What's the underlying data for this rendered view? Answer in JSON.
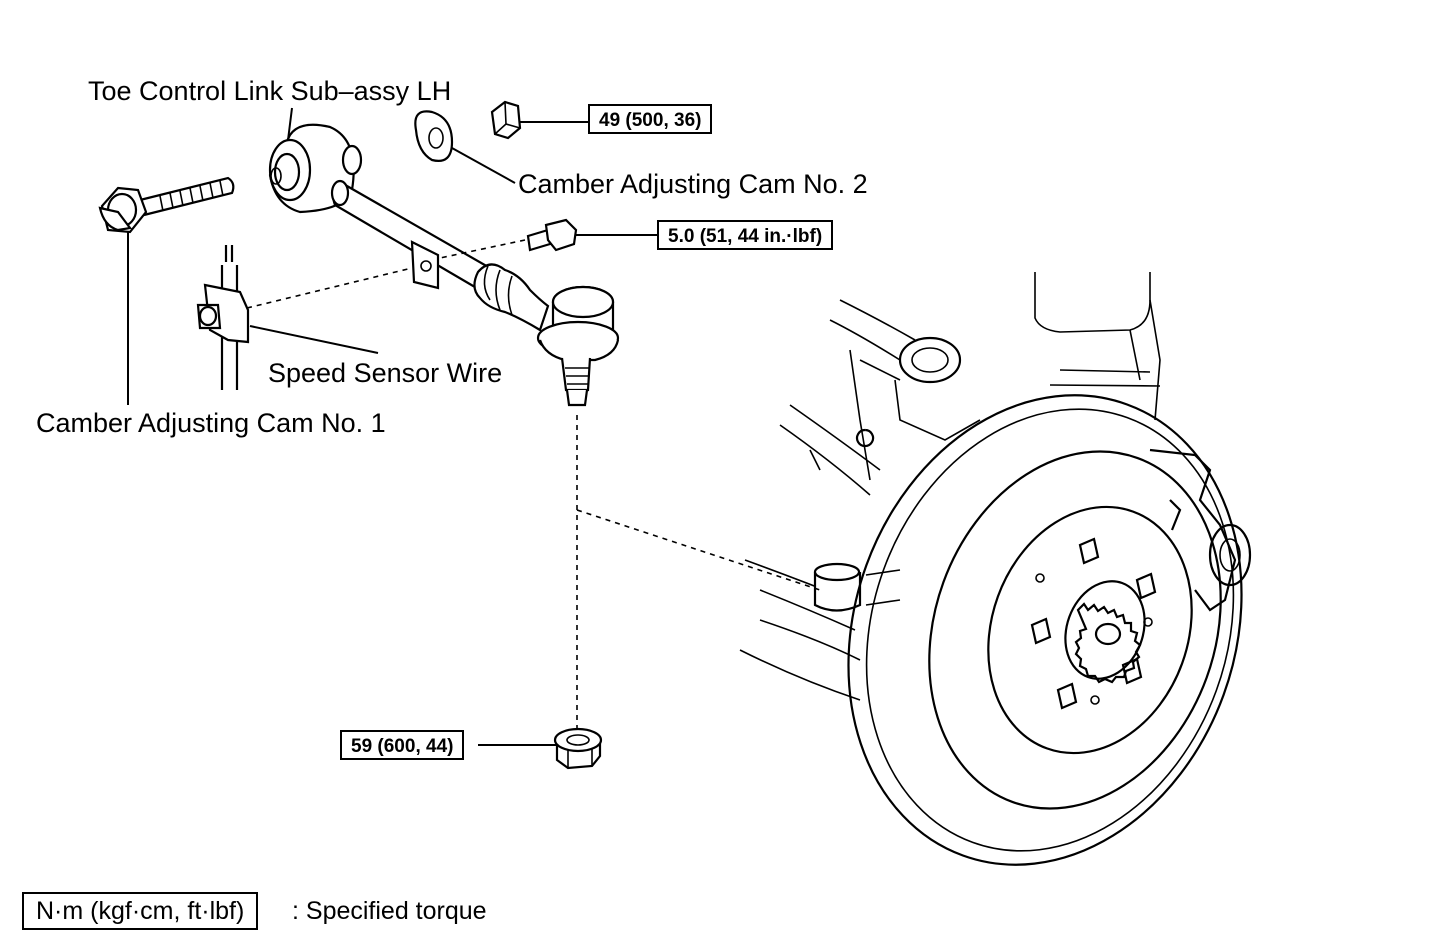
{
  "labels": {
    "toe_control_link": "Toe Control Link Sub–assy LH",
    "camber_cam_2": "Camber Adjusting Cam No. 2",
    "camber_cam_1": "Camber Adjusting Cam No. 1",
    "speed_sensor_wire": "Speed Sensor Wire"
  },
  "torques": {
    "nut_top": "49 (500, 36)",
    "bolt_sensor": "5.0 (51, 44 in.·lbf)",
    "nut_bottom": "59 (600, 44)"
  },
  "legend": {
    "unit_box": "N·m (kgf·cm, ft·lbf)",
    "description": ": Specified torque"
  }
}
